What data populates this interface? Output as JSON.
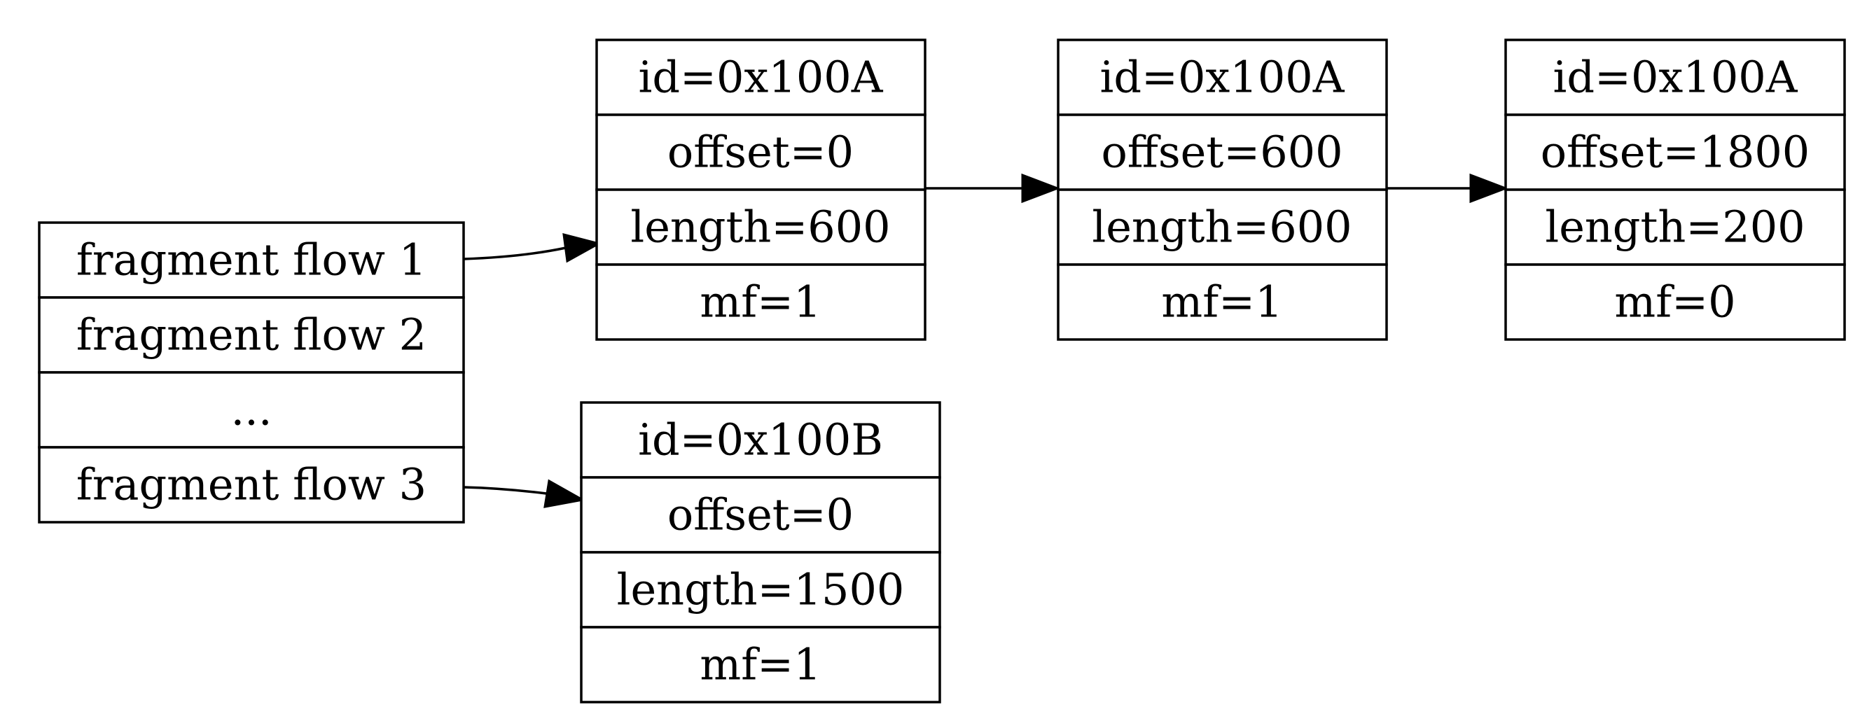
{
  "fragment_table": {
    "rows": [
      "fragment flow 1",
      "fragment flow 2",
      "...",
      "fragment flow 3"
    ]
  },
  "nodes": [
    {
      "id": "frag_a1",
      "fields": [
        "id=0x100A",
        "offset=0",
        "length=600",
        "mf=1"
      ]
    },
    {
      "id": "frag_a2",
      "fields": [
        "id=0x100A",
        "offset=600",
        "length=600",
        "mf=1"
      ]
    },
    {
      "id": "frag_a3",
      "fields": [
        "id=0x100A",
        "offset=1800",
        "length=200",
        "mf=0"
      ]
    },
    {
      "id": "frag_b1",
      "fields": [
        "id=0x100B",
        "offset=0",
        "length=1500",
        "mf=1"
      ]
    }
  ],
  "edges": [
    {
      "from": "fragment flow 1",
      "to": "frag_a1"
    },
    {
      "from": "frag_a1",
      "to": "frag_a2"
    },
    {
      "from": "frag_a2",
      "to": "frag_a3"
    },
    {
      "from": "fragment flow 3",
      "to": "frag_b1"
    }
  ]
}
